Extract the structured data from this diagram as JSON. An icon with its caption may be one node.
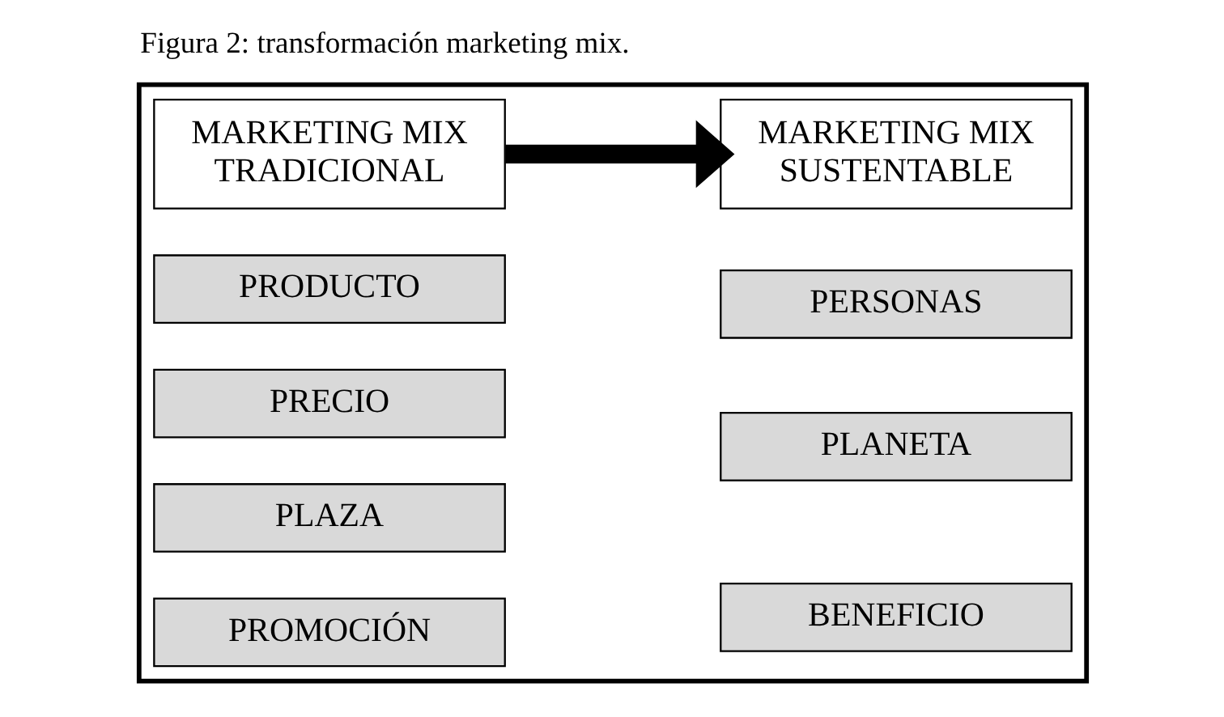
{
  "diagram": {
    "title": "Figura 2: transformación marketing mix.",
    "nodes": [
      {
        "text": [],
        "shape": "box"
      },
      {
        "text": [
          "MARKETING MIX TRADICIONAL"
        ],
        "in": 0
      },
      {
        "text": [
          "PRODUCTO"
        ],
        "in": 0
      },
      {
        "text": [
          "PRECIO"
        ],
        "in": 0
      },
      {
        "text": [
          "PLAZA"
        ],
        "in": 0
      },
      {
        "text": [
          "PROMOCIÓN"
        ],
        "in": 0
      },
      {
        "text": [
          "MARKETING MIX SUSTENTABLE"
        ],
        "in": 0
      },
      {
        "text": [
          "PERSONAS"
        ],
        "in": 0
      },
      {
        "text": [
          "PLANETA"
        ],
        "in": 0
      },
      {
        "text": [
          "BENEFICIO"
        ],
        "in": 0
      }
    ],
    "edges": [
      {
        "from": 1,
        "to": 6,
        "arrow": "to"
      }
    ]
  }
}
